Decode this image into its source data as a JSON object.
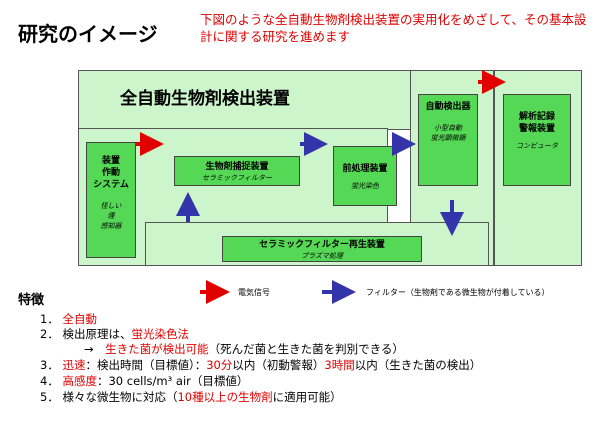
{
  "title": "研究のイメージ",
  "intro": "下図のような全自動生物剤検出装置の実用化をめざして、その基本設計に関する研究を進めます",
  "device_title": "全自動生物剤検出装置",
  "system_box": {
    "label": "装置\n作動\nシステム",
    "sub": "怪しい\n煙\n感知器"
  },
  "capture_box": {
    "label": "生物剤捕捉装置",
    "sub": "セラミックフィルター"
  },
  "pre_box": {
    "label": "前処理装置",
    "sub": "蛍光染色"
  },
  "detector_box": {
    "label": "自動検出器",
    "sub": "小型自動\n蛍光顕微鏡"
  },
  "analysis_box": {
    "label": "解析記録\n警報装置",
    "sub": "コンピュータ"
  },
  "regen_box": {
    "label": "セラミックフィルター再生装置",
    "sub": "プラズマ処理"
  },
  "legend": {
    "signal": "電気信号",
    "filter": "フィルター（生物剤である微生物が付着している）"
  },
  "features_title": "特徴",
  "features": [
    {
      "num": "1．",
      "parts": [
        {
          "t": "全自動",
          "red": true
        }
      ]
    },
    {
      "num": "2．",
      "parts": [
        {
          "t": "検出原理は、",
          "red": false
        },
        {
          "t": "蛍光染色法",
          "red": true
        }
      ]
    },
    {
      "num": "",
      "parts": [
        {
          "t": "→　",
          "red": false
        },
        {
          "t": "生きた菌が検出可能",
          "red": true
        },
        {
          "t": "（死んだ菌と生きた菌を判別できる）",
          "red": false
        }
      ]
    },
    {
      "num": "3．",
      "parts": [
        {
          "t": "迅速",
          "red": true
        },
        {
          "t": "：検出時間（目標値）：",
          "red": false
        },
        {
          "t": "30分",
          "red": true
        },
        {
          "t": "以内（初動警報）",
          "red": false
        },
        {
          "t": "3時間",
          "red": true
        },
        {
          "t": "以内（生きた菌の検出）",
          "red": false
        }
      ]
    },
    {
      "num": "4．",
      "parts": [
        {
          "t": "高感度",
          "red": true
        },
        {
          "t": "：30 cells/m³ air（目標値）",
          "red": false
        }
      ]
    },
    {
      "num": "5．",
      "parts": [
        {
          "t": "様々な微生物に対応（",
          "red": false
        },
        {
          "t": "10種以上の生物剤",
          "red": true
        },
        {
          "t": "に適用可能）",
          "red": false
        }
      ]
    }
  ],
  "colors": {
    "light_green": "#ccf5cc",
    "dark_green": "#55d855",
    "red_arrow": "#e00000",
    "blue_arrow": "#3333aa"
  }
}
